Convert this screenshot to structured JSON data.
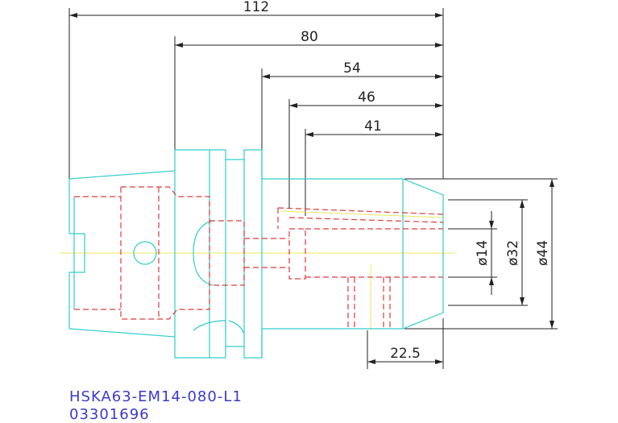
{
  "title_block": {
    "part_number": "HSKA63-EM14-080-L1",
    "code": "03301696"
  },
  "dimensions": {
    "overall_length": "112",
    "flange_to_nose": "80",
    "body_to_nose": "54",
    "bore_depth": "46",
    "clamp_depth": "41",
    "nose_step": "22.5",
    "bore_dia": "ø14",
    "nose_dia": "ø32",
    "body_dia": "ø44"
  },
  "colors": {
    "outline": "#33cccc",
    "hidden": "#e03a3a",
    "centerline": "#e8e85a",
    "dimension": "#222222",
    "title": "#3a3acc"
  }
}
